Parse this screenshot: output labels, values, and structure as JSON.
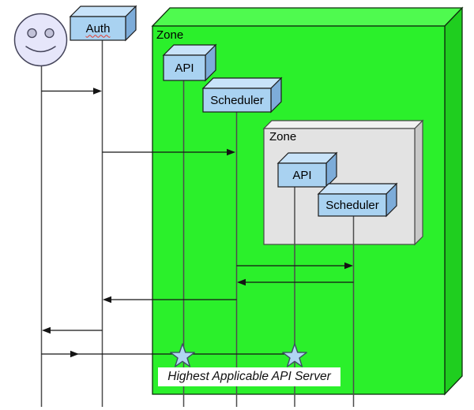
{
  "nodes": {
    "auth": {
      "label": "Auth"
    },
    "outer_zone": {
      "label": "Zone"
    },
    "outer_api": {
      "label": "API"
    },
    "outer_scheduler": {
      "label": "Scheduler"
    },
    "inner_zone": {
      "label": "Zone"
    },
    "inner_api": {
      "label": "API"
    },
    "inner_scheduler": {
      "label": "Scheduler"
    }
  },
  "annotation": {
    "label": "Highest Applicable API Server"
  },
  "icons": {
    "actor": "smiley-actor-icon",
    "star": "api-server-star-icon"
  },
  "messages": [
    {
      "from": "actor",
      "to": "auth",
      "direction": "right"
    },
    {
      "from": "auth",
      "to": "outer_scheduler",
      "direction": "right"
    },
    {
      "from": "outer_scheduler",
      "to": "inner_scheduler",
      "direction": "right"
    },
    {
      "from": "inner_scheduler",
      "to": "outer_scheduler",
      "direction": "left"
    },
    {
      "from": "outer_scheduler",
      "to": "auth",
      "direction": "left"
    },
    {
      "from": "auth",
      "to": "actor",
      "direction": "left"
    },
    {
      "from": "actor",
      "to": "inner_api",
      "direction": "right"
    }
  ],
  "colors": {
    "zone_green_front": "#2BF02B",
    "zone_green_top": "#4FFA4F",
    "zone_green_side": "#1FCE1F",
    "zone_gray_front": "#E3E3E3",
    "zone_gray_top": "#F1F1F1",
    "zone_gray_side": "#C8C8C8",
    "node_blue_front": "#A9D2F1",
    "node_blue_top": "#C8E3F9",
    "node_blue_side": "#7DACD9",
    "star_fill": "#B0D6F2",
    "actor_fill": "#E6E6FA",
    "actor_eye": "#C2C2D8",
    "annotation_bg": "#FFFFFF"
  }
}
